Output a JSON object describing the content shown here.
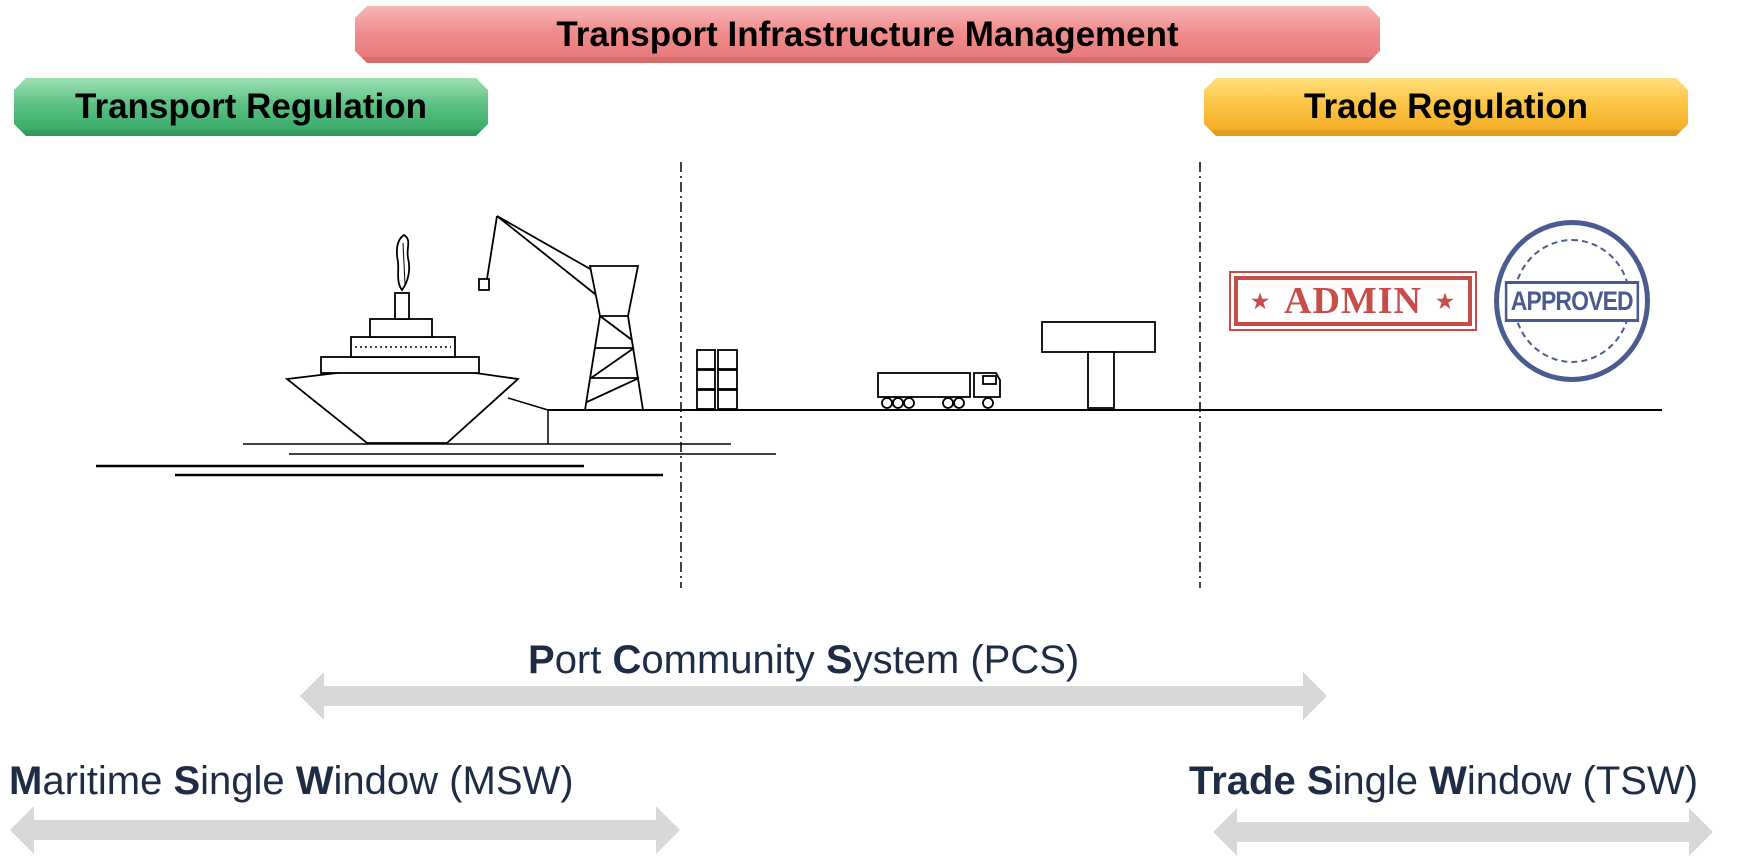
{
  "banners": {
    "infrastructure": "Transport Infrastructure Management",
    "transport_regulation": "Transport Regulation",
    "trade_regulation": "Trade Regulation"
  },
  "stamps": {
    "admin": "ADMIN",
    "approved": "APPROVED"
  },
  "labels": {
    "pcs": {
      "l1": "P",
      "r1": "ort ",
      "l2": "C",
      "r2": "ommunity ",
      "l3": "S",
      "r3": "ystem (PCS)"
    },
    "msw": {
      "l1": "M",
      "r1": "aritime ",
      "l2": "S",
      "r2": "ingle ",
      "l3": "W",
      "r3": "indow (MSW)"
    },
    "tsw": {
      "l0": "Trade ",
      "l1": "S",
      "r1": "ingle ",
      "l2": "W",
      "r2": "indow (TSW)"
    }
  },
  "colors": {
    "infrastructure_banner": "#f08d8d",
    "transport_banner": "#5cc184",
    "trade_banner": "#fcc445",
    "label_text": "#1e2d45",
    "arrow_fill": "#d8d8d8",
    "admin_stamp": "#c23a35",
    "approved_stamp": "#2d3f7c"
  },
  "icons": [
    "ship-icon",
    "crane-icon",
    "container-stack-icon",
    "truck-icon",
    "gate-icon",
    "admin-stamp-icon",
    "approved-stamp-icon"
  ]
}
